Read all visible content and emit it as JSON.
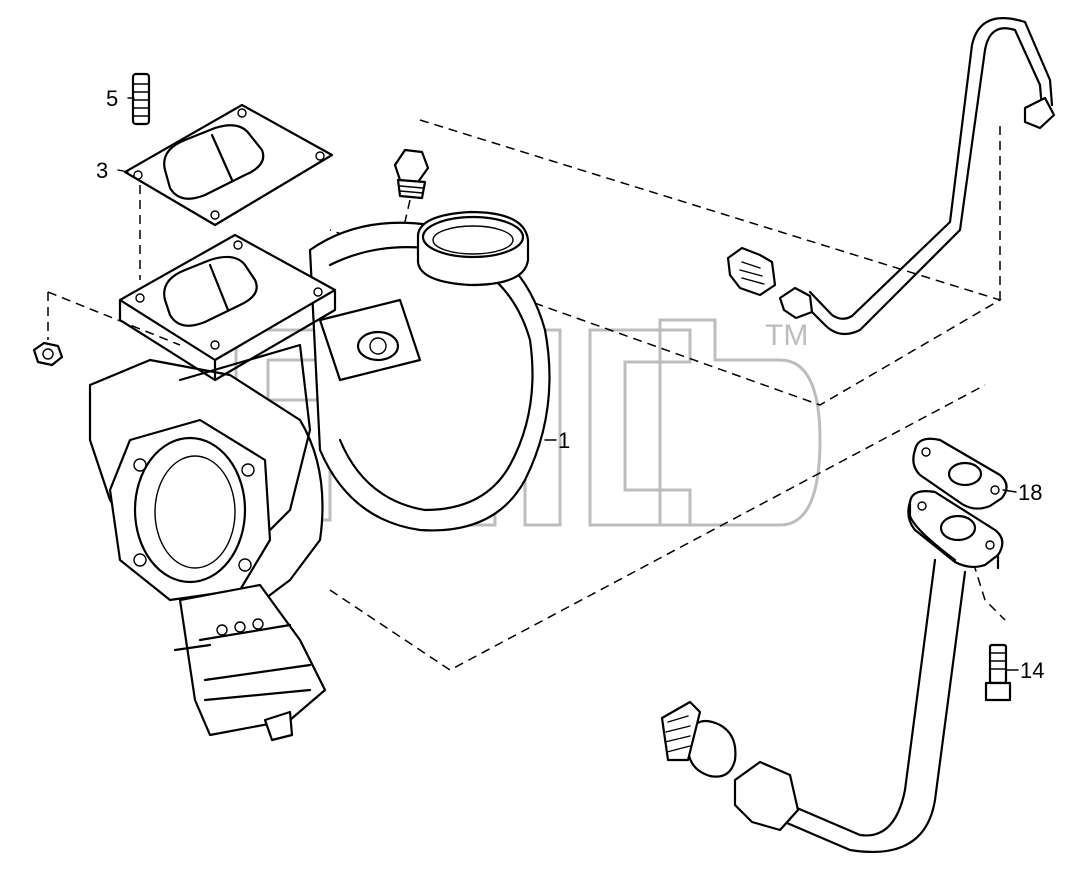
{
  "diagram": {
    "callouts": [
      {
        "id": "stud",
        "label": "5"
      },
      {
        "id": "gasket",
        "label": "3"
      },
      {
        "id": "turbocharger",
        "label": "1"
      },
      {
        "id": "flange-gasket",
        "label": "18"
      },
      {
        "id": "bolt",
        "label": "14"
      }
    ],
    "watermark": {
      "trademark": "TM"
    },
    "colors": {
      "line": "#000000",
      "background": "#ffffff",
      "watermark": "#bdbdbd"
    }
  }
}
